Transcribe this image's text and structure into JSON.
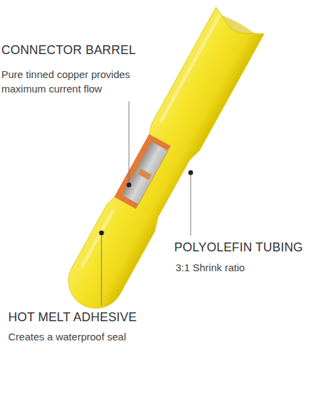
{
  "diagram": {
    "labels": [
      "CONNECTOR BARREL",
      "Pure tinned copper provides maximum current flow",
      "POLYOLEFIN TUBING",
      "3:1 Shrink ratio",
      "HOT MELT ADHESIVE",
      "Creates a waterproof seal"
    ]
  }
}
